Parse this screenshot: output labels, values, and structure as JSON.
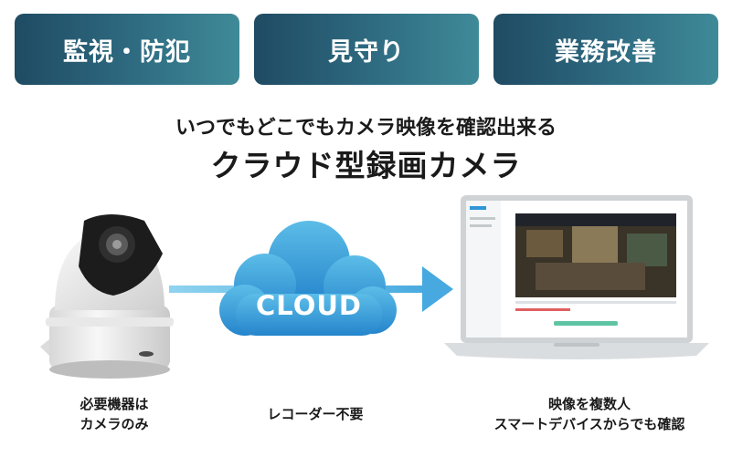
{
  "tabs": [
    {
      "label": "監視・防犯"
    },
    {
      "label": "見守り"
    },
    {
      "label": "業務改善"
    }
  ],
  "headline": {
    "line1": "いつでもどこでもカメラ映像を確認出来る",
    "line2": "クラウド型録画カメラ"
  },
  "cloud": {
    "label": "CLOUD"
  },
  "captions": {
    "camera_line1": "必要機器は",
    "camera_line2": "カメラのみ",
    "cloud_line1": "レコーダー不要",
    "laptop_line1": "映像を複数人",
    "laptop_line2": "スマートデバイスからでも確認"
  },
  "colors": {
    "tab_start": "#1f4b63",
    "tab_end": "#3f8a98",
    "cloud": "#2e96d8",
    "arrow": "#47a9df"
  }
}
